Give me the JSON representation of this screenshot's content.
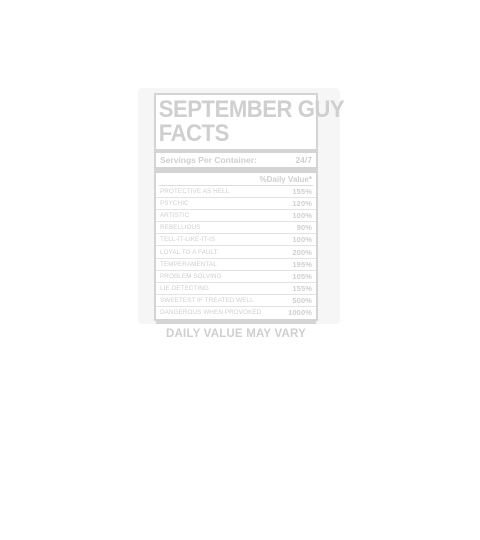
{
  "label": {
    "title_line1": "SEPTEMBER GUY",
    "title_line2": "FACTS",
    "servings_label": "Servings Per Container:",
    "servings_value": "24/7",
    "daily_value_header": "%Daily Value*",
    "rows": [
      {
        "name": "PROTECTIVE AS HELL",
        "value": "155%"
      },
      {
        "name": "PSYCHIC",
        "value": "120%"
      },
      {
        "name": "ARTISTIC",
        "value": "100%"
      },
      {
        "name": "REBELLIOUS",
        "value": "90%"
      },
      {
        "name": "TELL-IT-LIKE-IT-IS",
        "value": "100%"
      },
      {
        "name": "LOYAL TO A FAULT",
        "value": "200%"
      },
      {
        "name": "TEMPERAMENTAL",
        "value": "195%"
      },
      {
        "name": "PROBLEM SOLVING",
        "value": "105%"
      },
      {
        "name": "LIE DETECTING",
        "value": "155%"
      },
      {
        "name": "SWEETEST IF TREATED WELL",
        "value": "500%"
      },
      {
        "name": "DANGEROUS WHEN PROVOKED",
        "value": "1000%"
      }
    ],
    "footer": "DAILY VALUE MAY VARY"
  }
}
